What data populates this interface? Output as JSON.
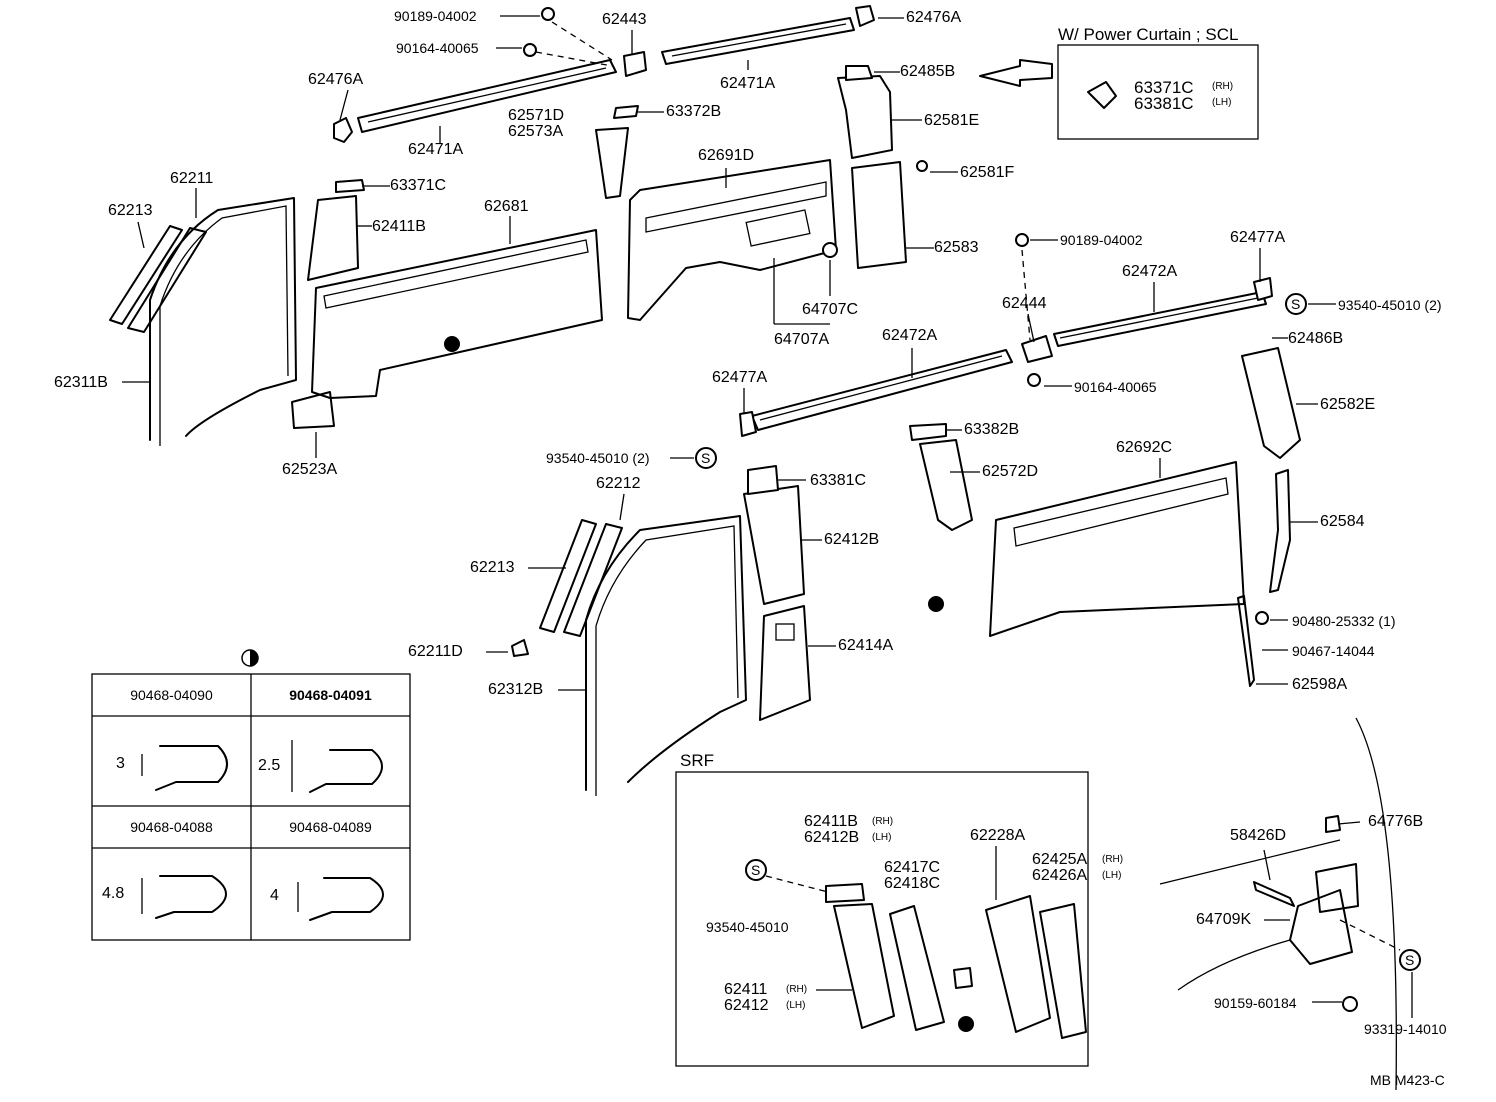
{
  "power_curtain": {
    "title": "W/ Power Curtain ; SCL",
    "rh_part": "63371C",
    "lh_part": "63381C",
    "rh": "(RH)",
    "lh": "(LH)"
  },
  "srf": {
    "title": "SRF"
  },
  "clip_table": {
    "symbol": "half-filled-circle",
    "headers": [
      "90468-04090",
      "90468-04091",
      "90468-04088",
      "90468-04089"
    ],
    "dims": [
      "3",
      "2.5",
      "4.8",
      "4"
    ]
  },
  "labels": {
    "p90189_04002_top": "90189-04002",
    "p90164_40065_top": "90164-40065",
    "p62443": "62443",
    "p62476A_top": "62476A",
    "p62476A_left": "62476A",
    "p62471A_right": "62471A",
    "p62471A_left": "62471A",
    "p62485B": "62485B",
    "p62571D": "62571D",
    "p62573A": "62573A",
    "p63372B": "63372B",
    "p62581E": "62581E",
    "p62691D": "62691D",
    "p62211": "62211",
    "p62213_top": "62213",
    "p63371C": "63371C",
    "p62411B": "62411B",
    "p62681": "62681",
    "p62581F": "62581F",
    "p90189_04002_mid": "90189-04002",
    "p62477A_right": "62477A",
    "p62583": "62583",
    "p62472A_right": "62472A",
    "p62444": "62444",
    "p93540_45010_right": "93540-45010 (2)",
    "p64707C": "64707C",
    "p64707A": "64707A",
    "p62472A_mid": "62472A",
    "p62486B": "62486B",
    "p62311B": "62311B",
    "p90164_40065_mid": "90164-40065",
    "p62477A_left": "62477A",
    "p62582E": "62582E",
    "p63382B": "63382B",
    "p62523A": "62523A",
    "p62692C": "62692C",
    "p93540_45010_mid": "93540-45010 (2)",
    "p62572D": "62572D",
    "p63381C": "63381C",
    "p62212": "62212",
    "p62412B": "62412B",
    "p62584": "62584",
    "p62213_mid": "62213",
    "p90480_25332": "90480-25332 (1)",
    "p62211D": "62211D",
    "p62414A": "62414A",
    "p90467_14044": "90467-14044",
    "p62598A": "62598A",
    "p62312B": "62312B",
    "p62411B_srf": "62411B",
    "p62412B_srf": "62412B",
    "p62228A": "62228A",
    "p62417C": "62417C",
    "p62418C": "62418C",
    "p62425A": "62425A",
    "p62426A": "62426A",
    "p93540_45010_srf": "93540-45010",
    "p62411": "62411",
    "p62412": "62412",
    "p64776B": "64776B",
    "p58426D": "58426D",
    "p64709K": "64709K",
    "p90159_60184": "90159-60184",
    "p93319_14010": "93319-14010",
    "rh": "(RH)",
    "lh": "(LH)",
    "s_symbol": "S",
    "footer": "MB  M423-C"
  }
}
